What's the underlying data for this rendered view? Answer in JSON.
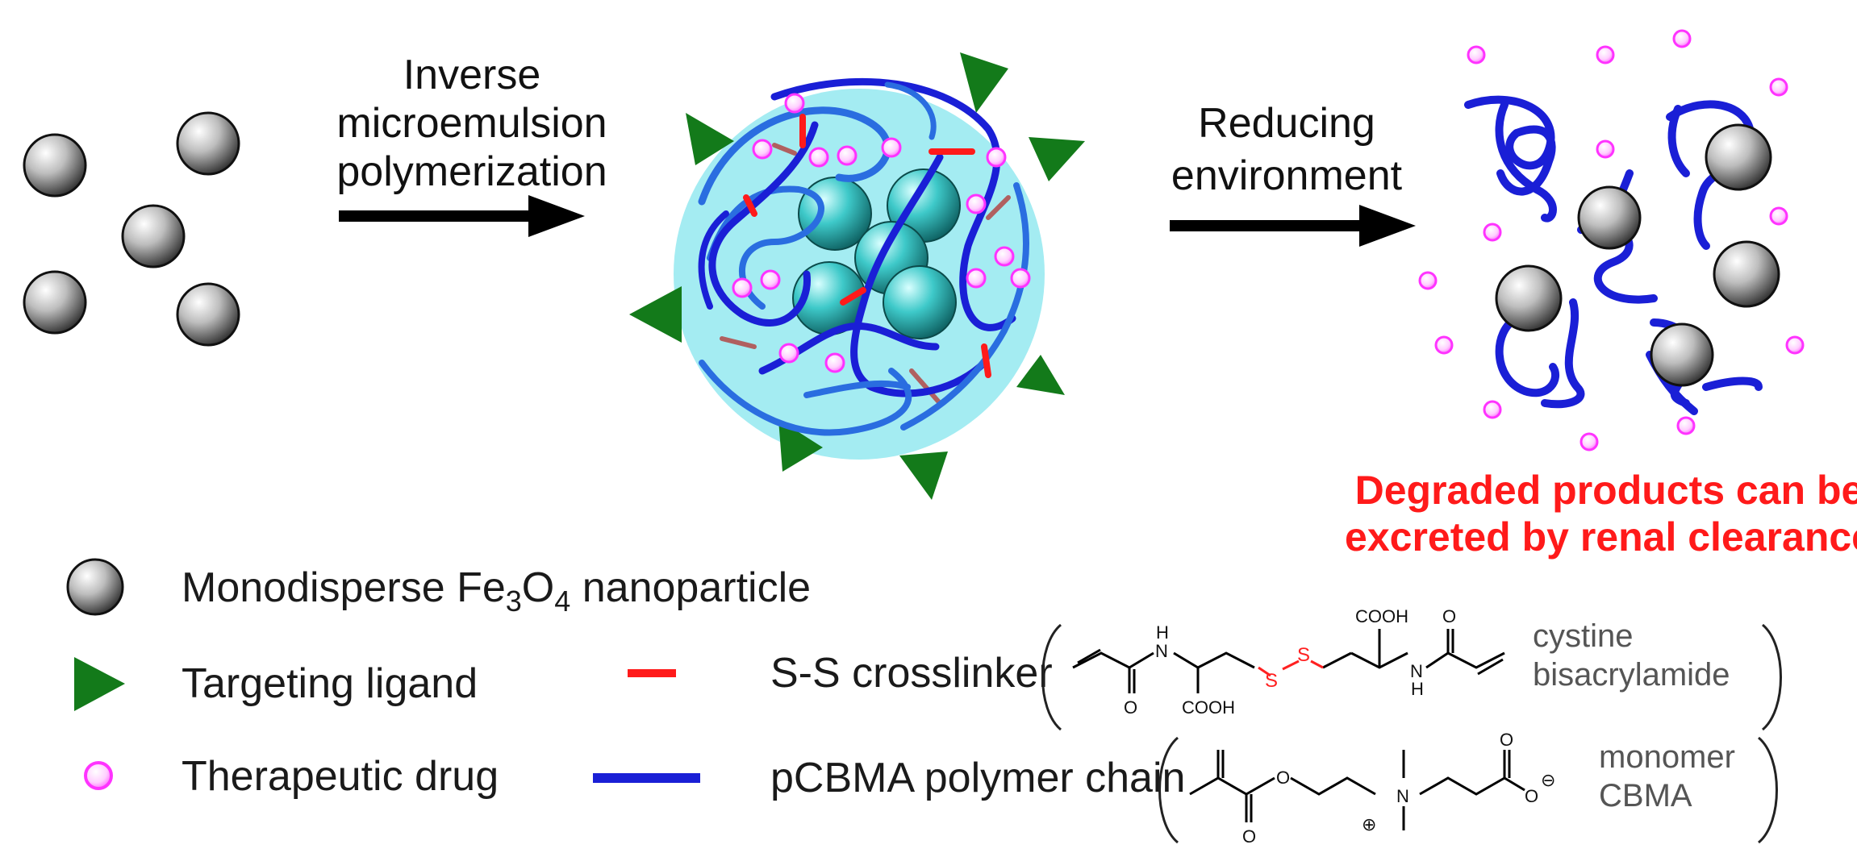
{
  "steps": {
    "step1": [
      "Inverse",
      "microemulsion",
      "polymerization"
    ],
    "step2": [
      "Reducing",
      "environment"
    ]
  },
  "outcome": [
    "Degraded products can be",
    "excreted by renal clearance"
  ],
  "legend": {
    "nanoparticle": {
      "prefix": "Monodisperse Fe",
      "sub1": "3",
      "mid": "O",
      "sub2": "4",
      "suffix": " nanoparticle"
    },
    "ligand": "Targeting ligand",
    "drug": "Therapeutic drug",
    "crosslinker": "S-S crosslinker",
    "polymer": "pCBMA polymer chain"
  },
  "chemistry": {
    "cystine": {
      "name_line1": "cystine",
      "name_line2": "bisacrylamide",
      "nh_top": "N",
      "h_top": "H",
      "nh_bottom": "N",
      "h_bottom": "H",
      "o_left": "O",
      "o_right": "O",
      "cooh_top": "COOH",
      "cooh_bottom": "COOH",
      "s1": "S",
      "s2": "S"
    },
    "cbma": {
      "name_line1": "monomer",
      "name_line2": "CBMA",
      "o_ester": "O",
      "o_carbonyl_left": "O",
      "o_carbonyl_right": "O",
      "o_minus": "O",
      "n_plus": "N",
      "minus": "⊖",
      "plus": "⊕"
    }
  },
  "colors": {
    "polymer": "#1a1fd6",
    "polymer_light": "#2a6de0",
    "crosslinker": "#ff1a1a",
    "drug": "#ff33ff",
    "ligand": "#137a1a",
    "capsule": "#a4ecf2",
    "core": "#2ab5b5",
    "nanoparticle": "#8a8a8a",
    "outcome_text": "#ff1a1a"
  }
}
